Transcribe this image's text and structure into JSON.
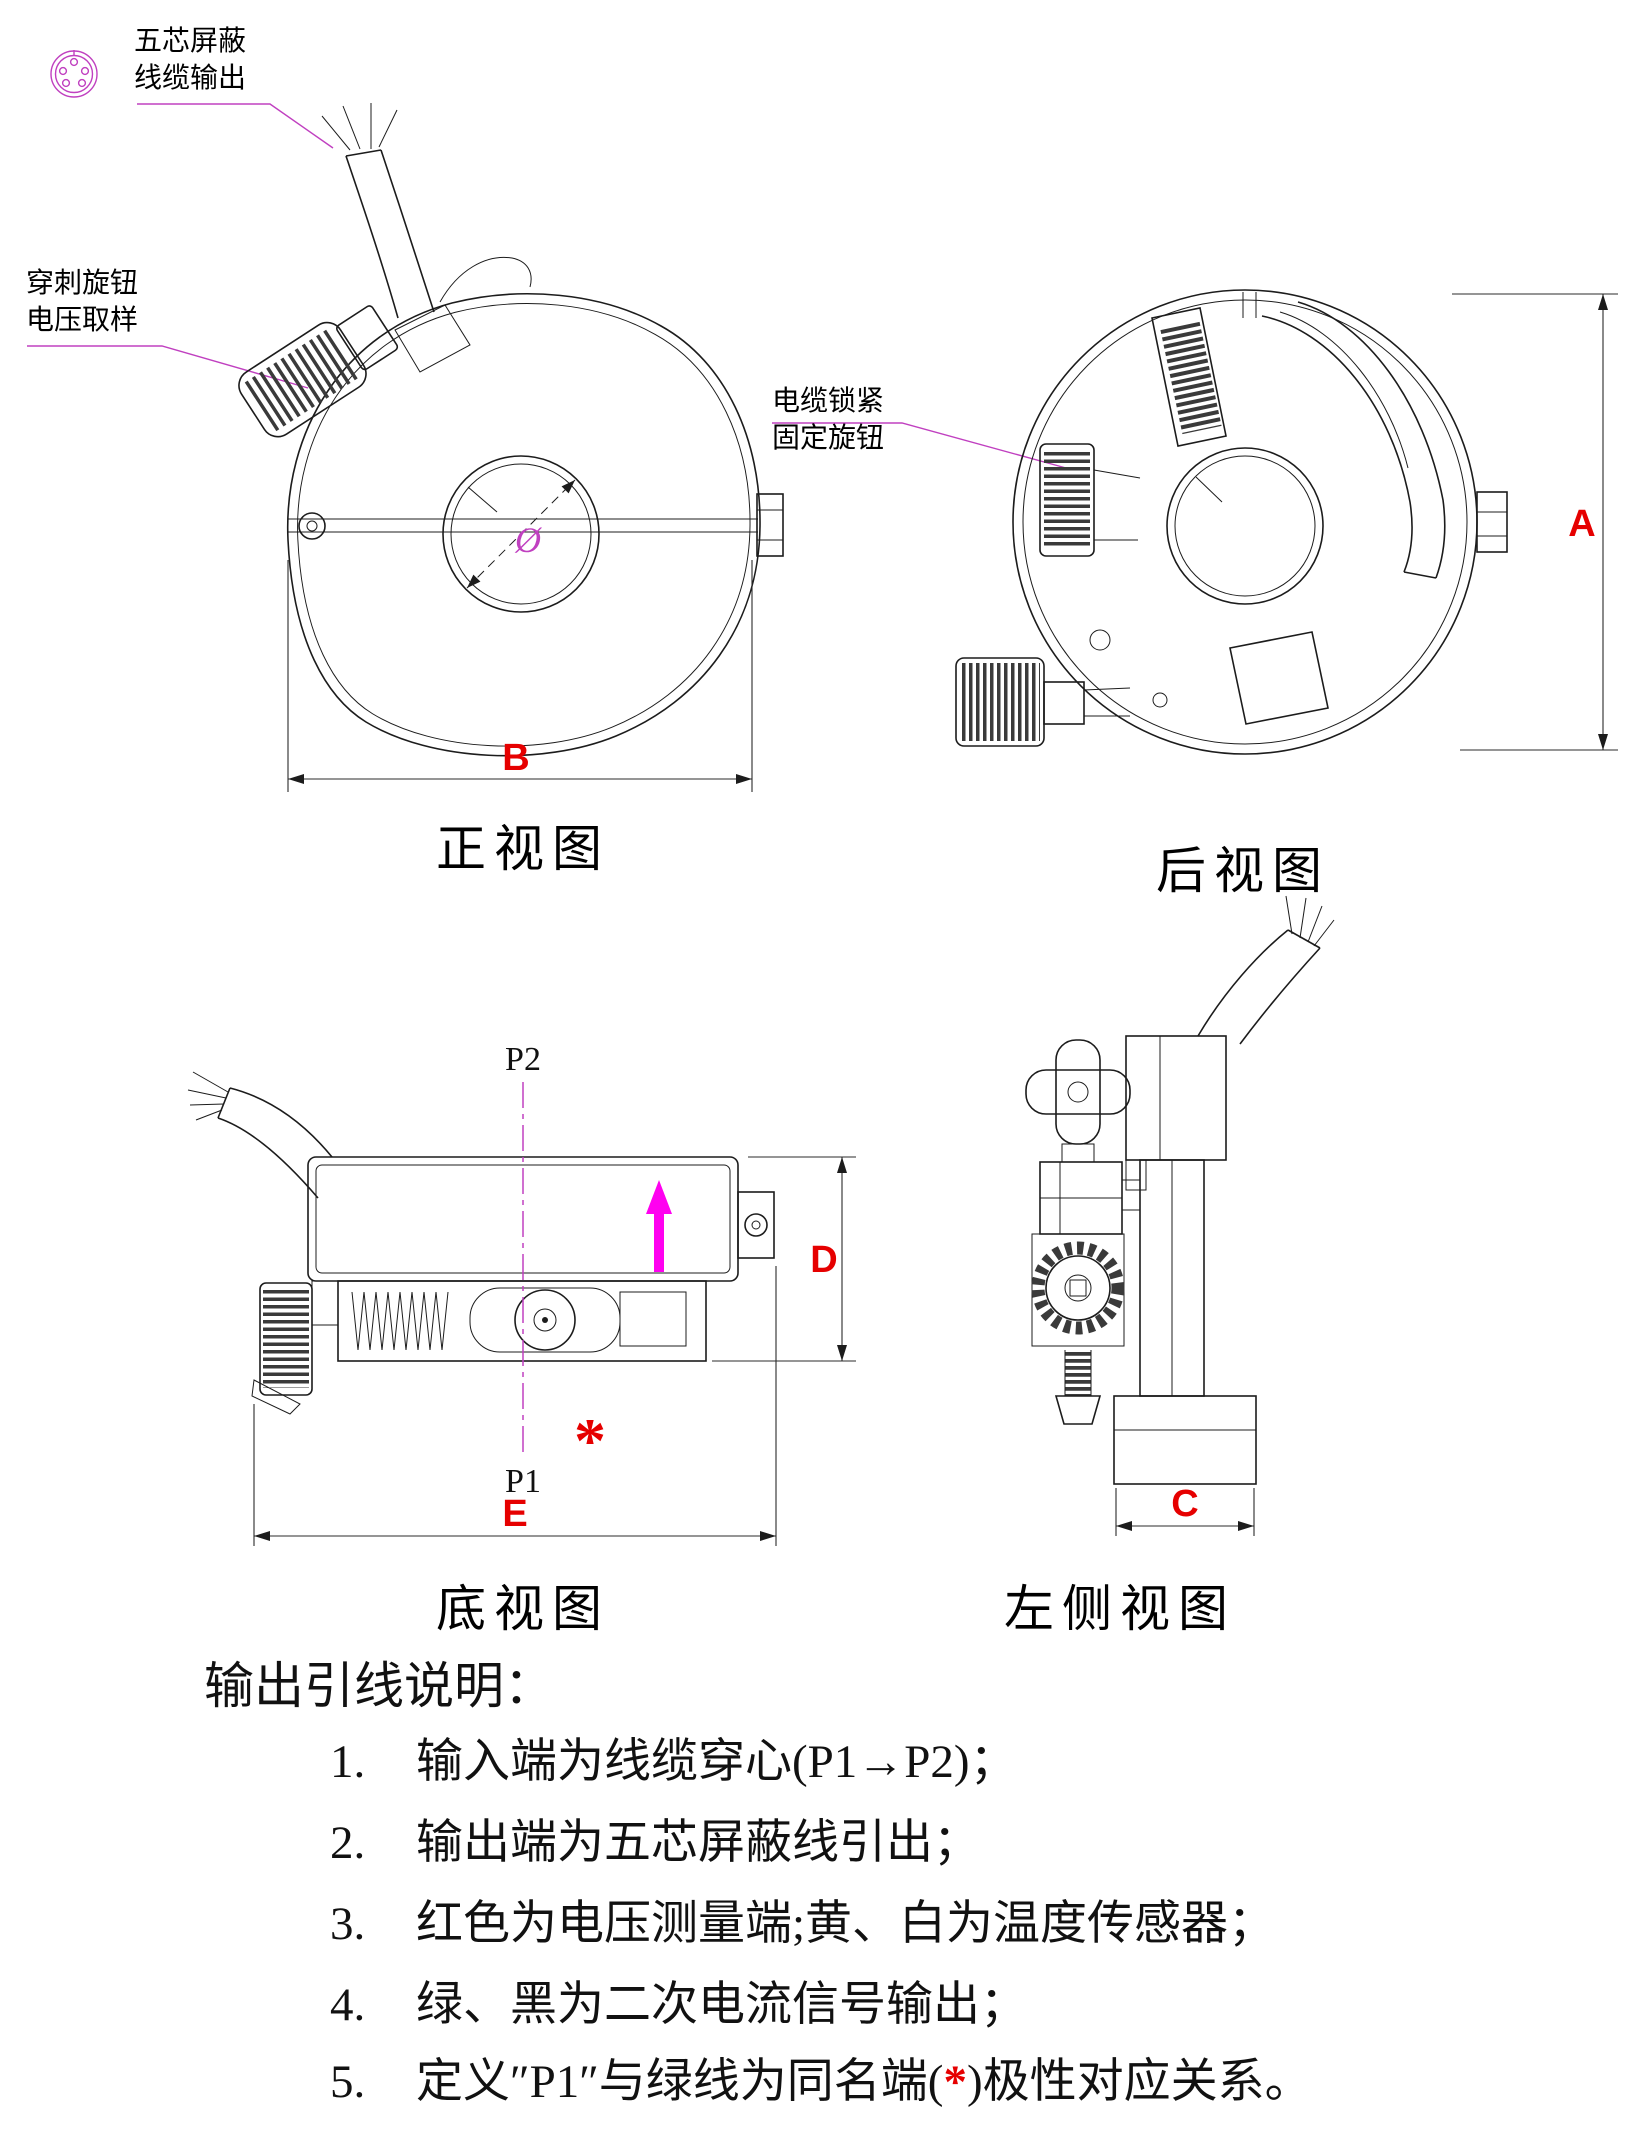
{
  "colors": {
    "line": "#1c1c1c",
    "dimension_letter": "#e60000",
    "leader_magenta": "#c040c0",
    "direction_arrow": "#ff00f0"
  },
  "annotations": {
    "cable_output": {
      "line1": "五芯屏蔽",
      "line2": "线缆输出"
    },
    "voltage_knob": {
      "line1": "穿刺旋钮",
      "line2": "电压取样"
    },
    "cable_lock": {
      "line1": "电缆锁紧",
      "line2": "固定旋钮"
    }
  },
  "views": {
    "front": {
      "title": "正视图",
      "dim_width": "B",
      "phi": "Ø"
    },
    "rear": {
      "title": "后视图",
      "dim_height": "A"
    },
    "bottom": {
      "title": "底视图",
      "dim_height": "D",
      "dim_width": "E",
      "p1": "P1",
      "p2": "P2",
      "polarity_star": "*"
    },
    "left": {
      "title": "左侧视图",
      "dim_width": "C"
    }
  },
  "notes": {
    "heading": "输出引线说明：",
    "items": [
      {
        "num": "1.",
        "text": "输入端为线缆穿心(P1→P2)；"
      },
      {
        "num": "2.",
        "text": "输出端为五芯屏蔽线引出；"
      },
      {
        "num": "3.",
        "text": "红色为电压测量端;黄、白为温度传感器；"
      },
      {
        "num": "4.",
        "text": "绿、黑为二次电流信号输出；"
      },
      {
        "num": "5.",
        "text_before": "定义″P1″与绿线为同名端(",
        "star": "*",
        "text_after": ")极性对应关系。"
      }
    ]
  }
}
